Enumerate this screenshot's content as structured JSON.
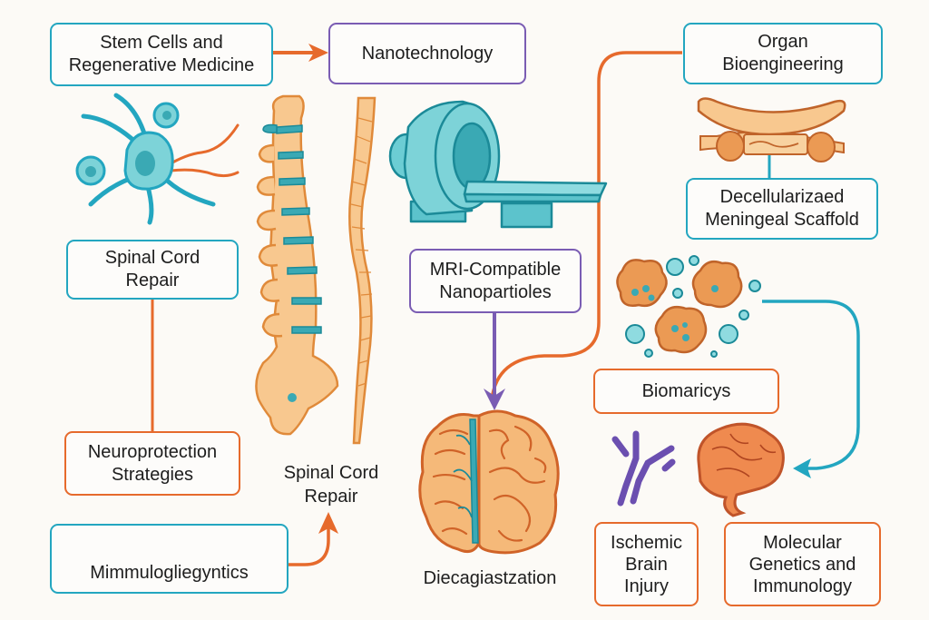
{
  "diagram": {
    "colors": {
      "teal": "#23a6c0",
      "purple": "#7a5cb3",
      "orange": "#e66a2c",
      "tissue": "#f8c88f",
      "background": "#fcfaf6"
    },
    "nodes": {
      "stem_cells": "Stem Cells and\nRegenerative Medicine",
      "nanotechnology": "Nanotechnology",
      "organ_bioengineering": "Organ\nBioengineering",
      "spinal_cord_repair_box": "Spinal Cord\nRepair",
      "decellularized_scaffold": "Decellularizaed\nMeningeal Scaffold",
      "mri_nanoparticles": "MRI-Compatible\nNanopartioles",
      "biomarkers": "Biomaricys",
      "neuroprotection": "Neuroprotection\nStrategies",
      "spinal_cord_repair_label": "Spinal Cord\nRepair",
      "immunogenetics": "Mimmulogliegyntics",
      "diecagiastzation": "Diecagiastzation",
      "ischemic_brain_injury": "Ischemic\nBrain\nInjury",
      "molecular_genetics": "Molecular\nGenetics and\nImmunology"
    },
    "illustrations": [
      "neuron-stem-cell-icon",
      "spine-icon",
      "spinal-cord-icon",
      "mri-scanner-icon",
      "meningeal-scaffold-icon",
      "nanoparticle-cluster-icon",
      "brain-top-view-icon",
      "antibody-icon",
      "brain-side-view-icon",
      "dna-helix-icon"
    ],
    "connections": [
      {
        "from": "Stem Cells and Regenerative Medicine",
        "to": "Nanotechnology",
        "color": "orange"
      },
      {
        "from": "Spinal Cord Repair",
        "to": "Neuroprotection Strategies",
        "color": "orange"
      },
      {
        "from": "Mimmulogliegyntics",
        "to": "Spinal Cord Repair",
        "color": "orange"
      },
      {
        "from": "Organ Bioengineering",
        "to": "Diecagiastzation",
        "color": "orange"
      },
      {
        "from": "MRI-Compatible Nanopartioles",
        "to": "Diecagiastzation",
        "color": "purple"
      },
      {
        "from": "Decellularizaed Meningeal Scaffold",
        "to": "Organ Bioengineering",
        "color": "teal"
      },
      {
        "from": "Biomaricys",
        "to": "Molecular Genetics and Immunology",
        "color": "teal"
      }
    ]
  }
}
